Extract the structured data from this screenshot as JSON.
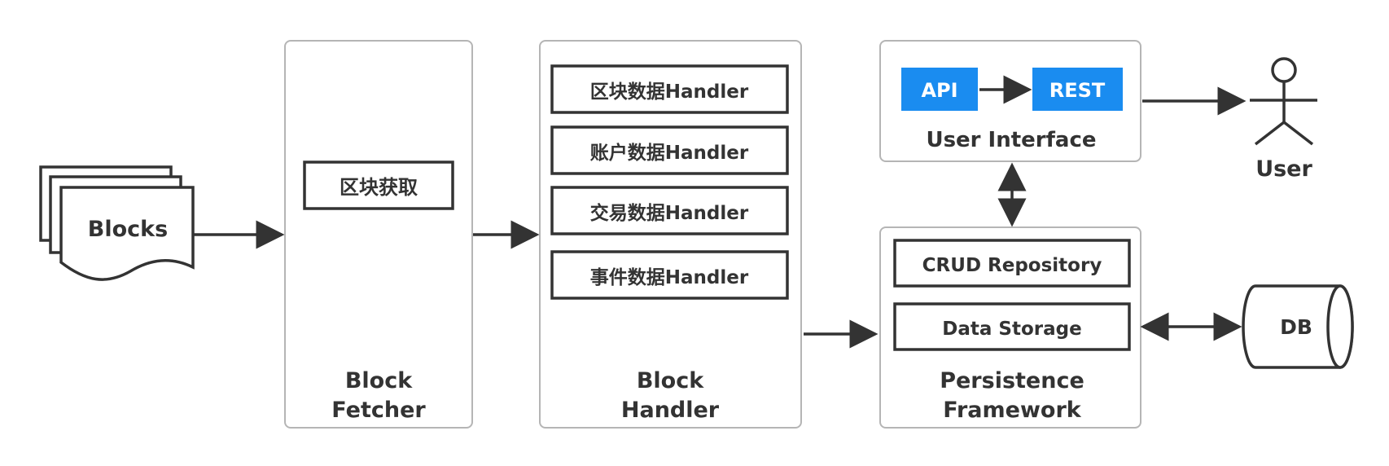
{
  "blocks": {
    "label": "Blocks"
  },
  "block_fetcher": {
    "title_line1": "Block",
    "title_line2": "Fetcher",
    "item": "区块获取"
  },
  "block_handler": {
    "title_line1": "Block",
    "title_line2": "Handler",
    "items": [
      "区块数据Handler",
      "账户数据Handler",
      "交易数据Handler",
      "事件数据Handler"
    ]
  },
  "user_interface": {
    "title": "User Interface",
    "api": "API",
    "rest": "REST"
  },
  "persistence": {
    "title_line1": "Persistence",
    "title_line2": "Framework",
    "items": [
      "CRUD Repository",
      "Data Storage"
    ]
  },
  "db": {
    "label": "DB"
  },
  "user": {
    "label": "User"
  },
  "colors": {
    "accent": "#1a8cf0",
    "stroke": "#333333",
    "container_border": "#b5b5b5"
  }
}
